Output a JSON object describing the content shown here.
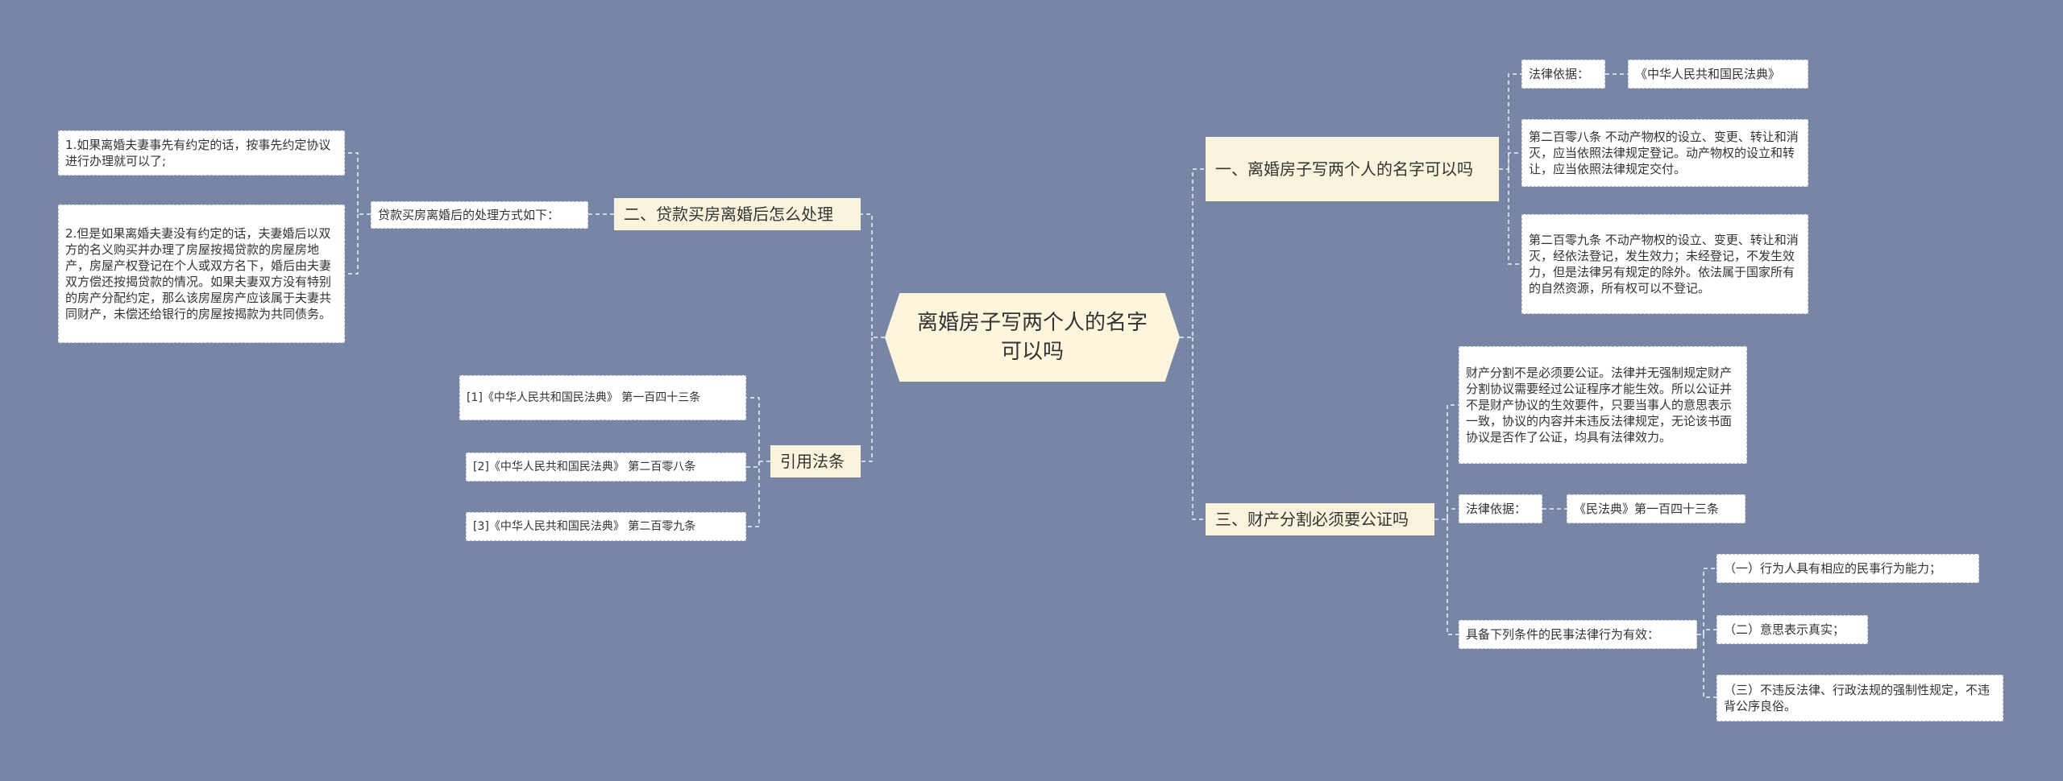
{
  "root": "离婚房子写两个人的名字可以吗",
  "branches": {
    "b1": "一、离婚房子写两个人的名字可以吗",
    "b2": "二、贷款买房离婚后怎么处理",
    "b3": "三、财产分割必须要公证吗",
    "b4": "引用法条"
  },
  "b1_children": {
    "basis_label": "法律依据：",
    "basis_value": "《中华人民共和国民法典》",
    "art208": "第二百零八条 不动产物权的设立、变更、转让和消灭，应当依照法律规定登记。动产物权的设立和转让，应当依照法律规定交付。",
    "art209": "第二百零九条 不动产物权的设立、变更、转让和消灭，经依法登记，发生效力；未经登记，不发生效力，但是法律另有规定的除外。依法属于国家所有的自然资源，所有权可以不登记。"
  },
  "b2_children": {
    "method_label": "贷款买房离婚后的处理方式如下：",
    "item1": "1.如果离婚夫妻事先有约定的话，按事先约定协议进行办理就可以了;",
    "item2": "2.但是如果离婚夫妻没有约定的话，夫妻婚后以双方的名义购买并办理了房屋按揭贷款的房屋房地产，房屋产权登记在个人或双方名下，婚后由夫妻双方偿还按揭贷款的情况。如果夫妻双方没有特别的房产分配约定，那么该房屋房产应该属于夫妻共同财产，未偿还给银行的房屋按揭款为共同债务。"
  },
  "b3_children": {
    "para": "财产分割不是必须要公证。法律并无强制规定财产分割协议需要经过公证程序才能生效。所以公证并不是财产协议的生效要件，只要当事人的意思表示一致，协议的内容并未违反法律规定，无论该书面协议是否作了公证，均具有法律效力。",
    "basis_label": "法律依据：",
    "basis_value": "《民法典》第一百四十三条",
    "cond_label": "具备下列条件的民事法律行为有效：",
    "cond1": "（一）行为人具有相应的民事行为能力；",
    "cond2": "（二）意思表示真实；",
    "cond3": "（三）不违反法律、行政法规的强制性规定，不违背公序良俗。"
  },
  "b4_children": {
    "ref1": "[1]《中华人民共和国民法典》 第一百四十三条",
    "ref2": "[2]《中华人民共和国民法典》 第二百零八条",
    "ref3": "[3]《中华人民共和国民法典》 第二百零九条"
  }
}
